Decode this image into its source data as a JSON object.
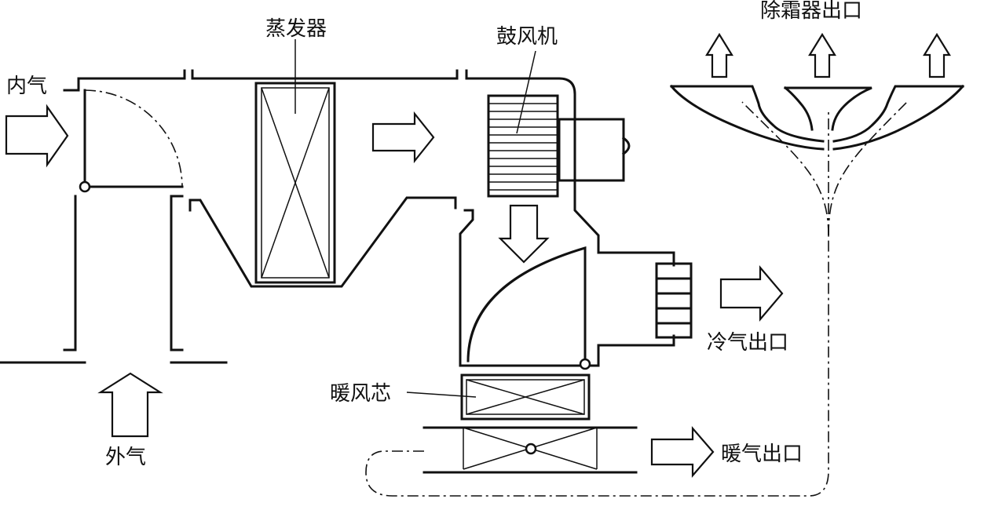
{
  "labels": {
    "inner_air": "内气",
    "outer_air": "外气",
    "evaporator": "蒸发器",
    "blower": "鼓风机",
    "defroster_outlet": "除霜器出口",
    "cold_outlet": "冷气出口",
    "heater_core": "暖风芯",
    "warm_outlet": "暖气出口"
  }
}
